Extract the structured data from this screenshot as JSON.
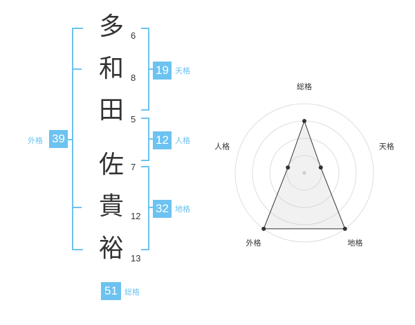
{
  "name": {
    "chars": [
      {
        "char": "多",
        "strokes": "6"
      },
      {
        "char": "和",
        "strokes": "8"
      },
      {
        "char": "田",
        "strokes": "5"
      },
      {
        "char": "佐",
        "strokes": "7"
      },
      {
        "char": "貴",
        "strokes": "12"
      },
      {
        "char": "裕",
        "strokes": "13"
      }
    ]
  },
  "fortunes": {
    "tenkaku": {
      "value": "19",
      "label": "天格"
    },
    "jinkaku": {
      "value": "12",
      "label": "人格"
    },
    "chikaku": {
      "value": "32",
      "label": "地格"
    },
    "gaikaku": {
      "value": "39",
      "label": "外格"
    },
    "soukaku": {
      "value": "51",
      "label": "総格"
    }
  },
  "colors": {
    "accent": "#6cc2f0",
    "text": "#333333"
  },
  "chart_data": {
    "type": "radar",
    "axes": [
      "総格",
      "天格",
      "地格",
      "外格",
      "人格"
    ],
    "scale_max": 4,
    "values": [
      3,
      1,
      4,
      4,
      1
    ],
    "grid": true,
    "ring_count": 4
  }
}
